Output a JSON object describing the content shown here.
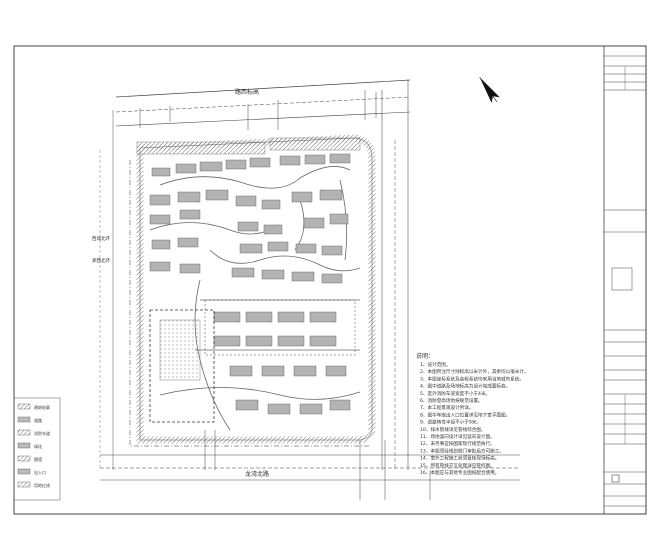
{
  "map": {
    "road_top": "路西标高",
    "road_bottom": "龙湾北路",
    "label_west": "西城北环",
    "label_west2": "郑西北环"
  },
  "notes": {
    "heading": "说明：",
    "lines": [
      "1、设计范围。",
      "2、本图所注尺寸除标高以米计外，其余均以毫米计。",
      "3、本图坐标系统及高程系统均采用当地城市系统。",
      "4、图中道路及场地标高为设计完成面标高。",
      "5、室外消防车道宽度不小于4米。",
      "6、消防登高场地按规范设置。",
      "7、本工程景观设计另详。",
      "8、图中车库出入口位置详见地下室平面图。",
      "9、道路转弯半径不小于9米。",
      "10、排水管线详见管线综合图。",
      "11、场地竖向设计详见竖向设计图。",
      "12、未尽事宜按国家现行规范执行。",
      "13、本图须经规划部门审批后方可施工。",
      "14、室外工程施工前须复核现场标高。",
      "15、所有管线交叉处理详见管综图。",
      "16、本图应与其他专业图纸配合使用。"
    ]
  },
  "legend": {
    "items": [
      "建筑轮廓",
      "道路",
      "消防车道",
      "绿化",
      "围墙",
      "出入口",
      "用地红线"
    ]
  },
  "colors": {
    "line": "#555555",
    "hatch": "#7a7a7a",
    "building": "#a8a8a8"
  }
}
